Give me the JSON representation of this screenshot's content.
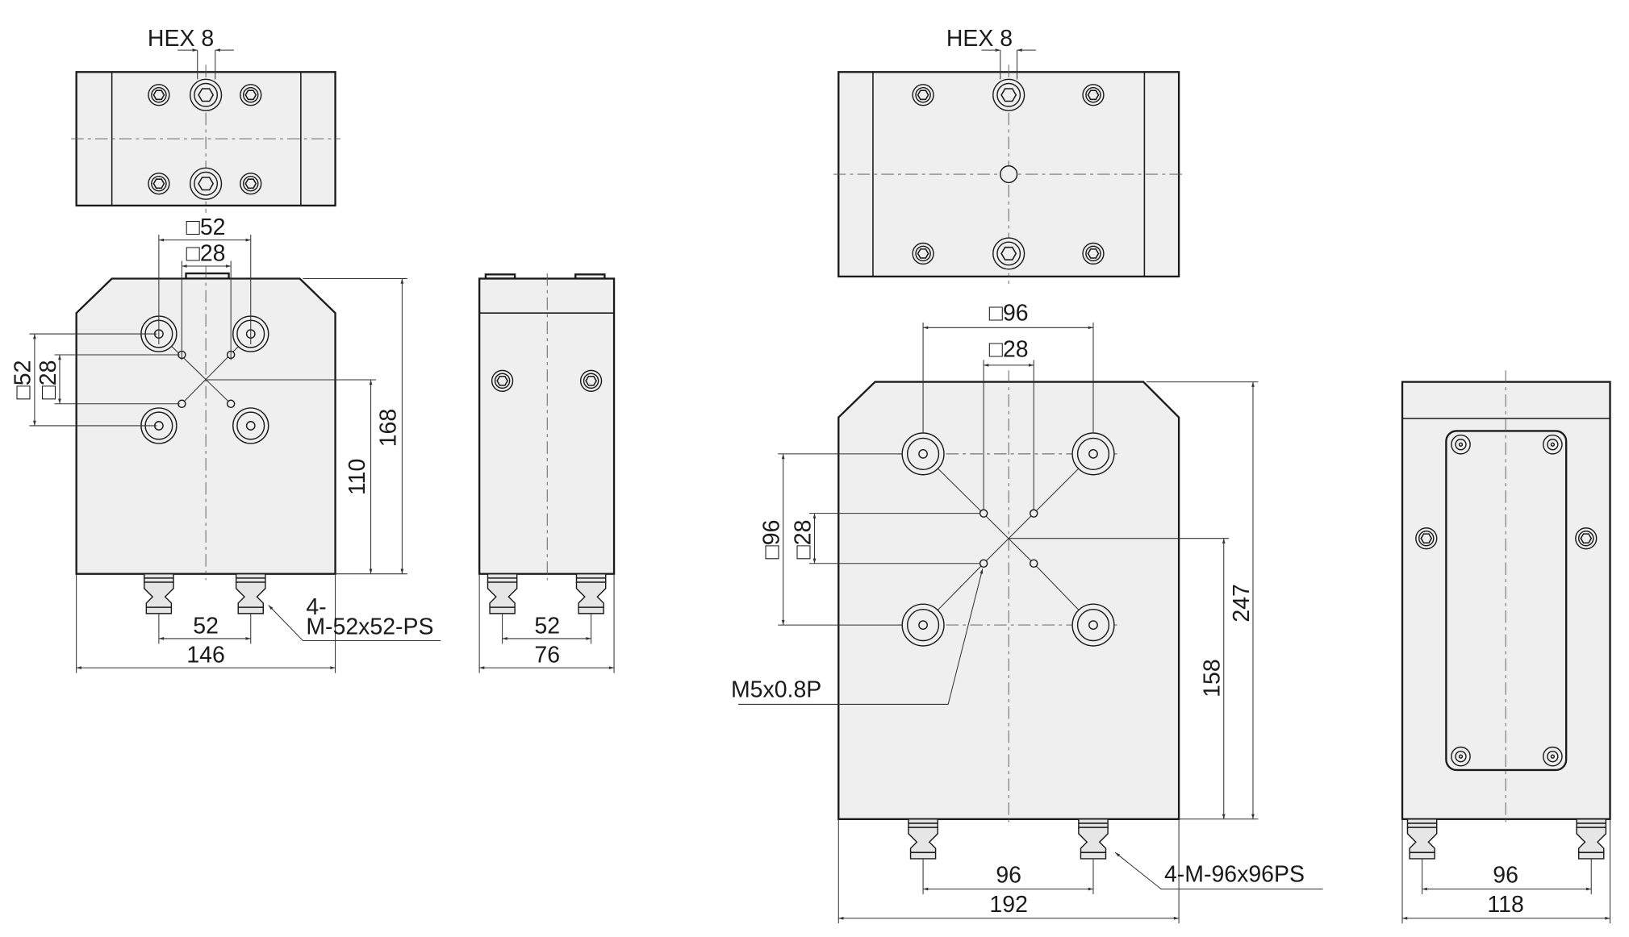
{
  "small_unit": {
    "hex_label": "HEX 8",
    "sq_outer_label": "□52",
    "sq_inner_label": "□28",
    "height_total": "168",
    "height_center": "110",
    "width_total": "146",
    "pin_pitch": "52",
    "side_pin_pitch": "52",
    "side_width": "76",
    "pin_callout_line1": "4-",
    "pin_callout_line2": "M-52x52-PS"
  },
  "large_unit": {
    "hex_label": "HEX 8",
    "sq_outer_label": "□96",
    "sq_inner_label": "□28",
    "height_total": "247",
    "height_center": "158",
    "width_total": "192",
    "pin_pitch": "96",
    "side_pin_pitch": "96",
    "side_width": "118",
    "thread_callout": "M5x0.8P",
    "pin_callout": "4-M-96x96PS"
  }
}
